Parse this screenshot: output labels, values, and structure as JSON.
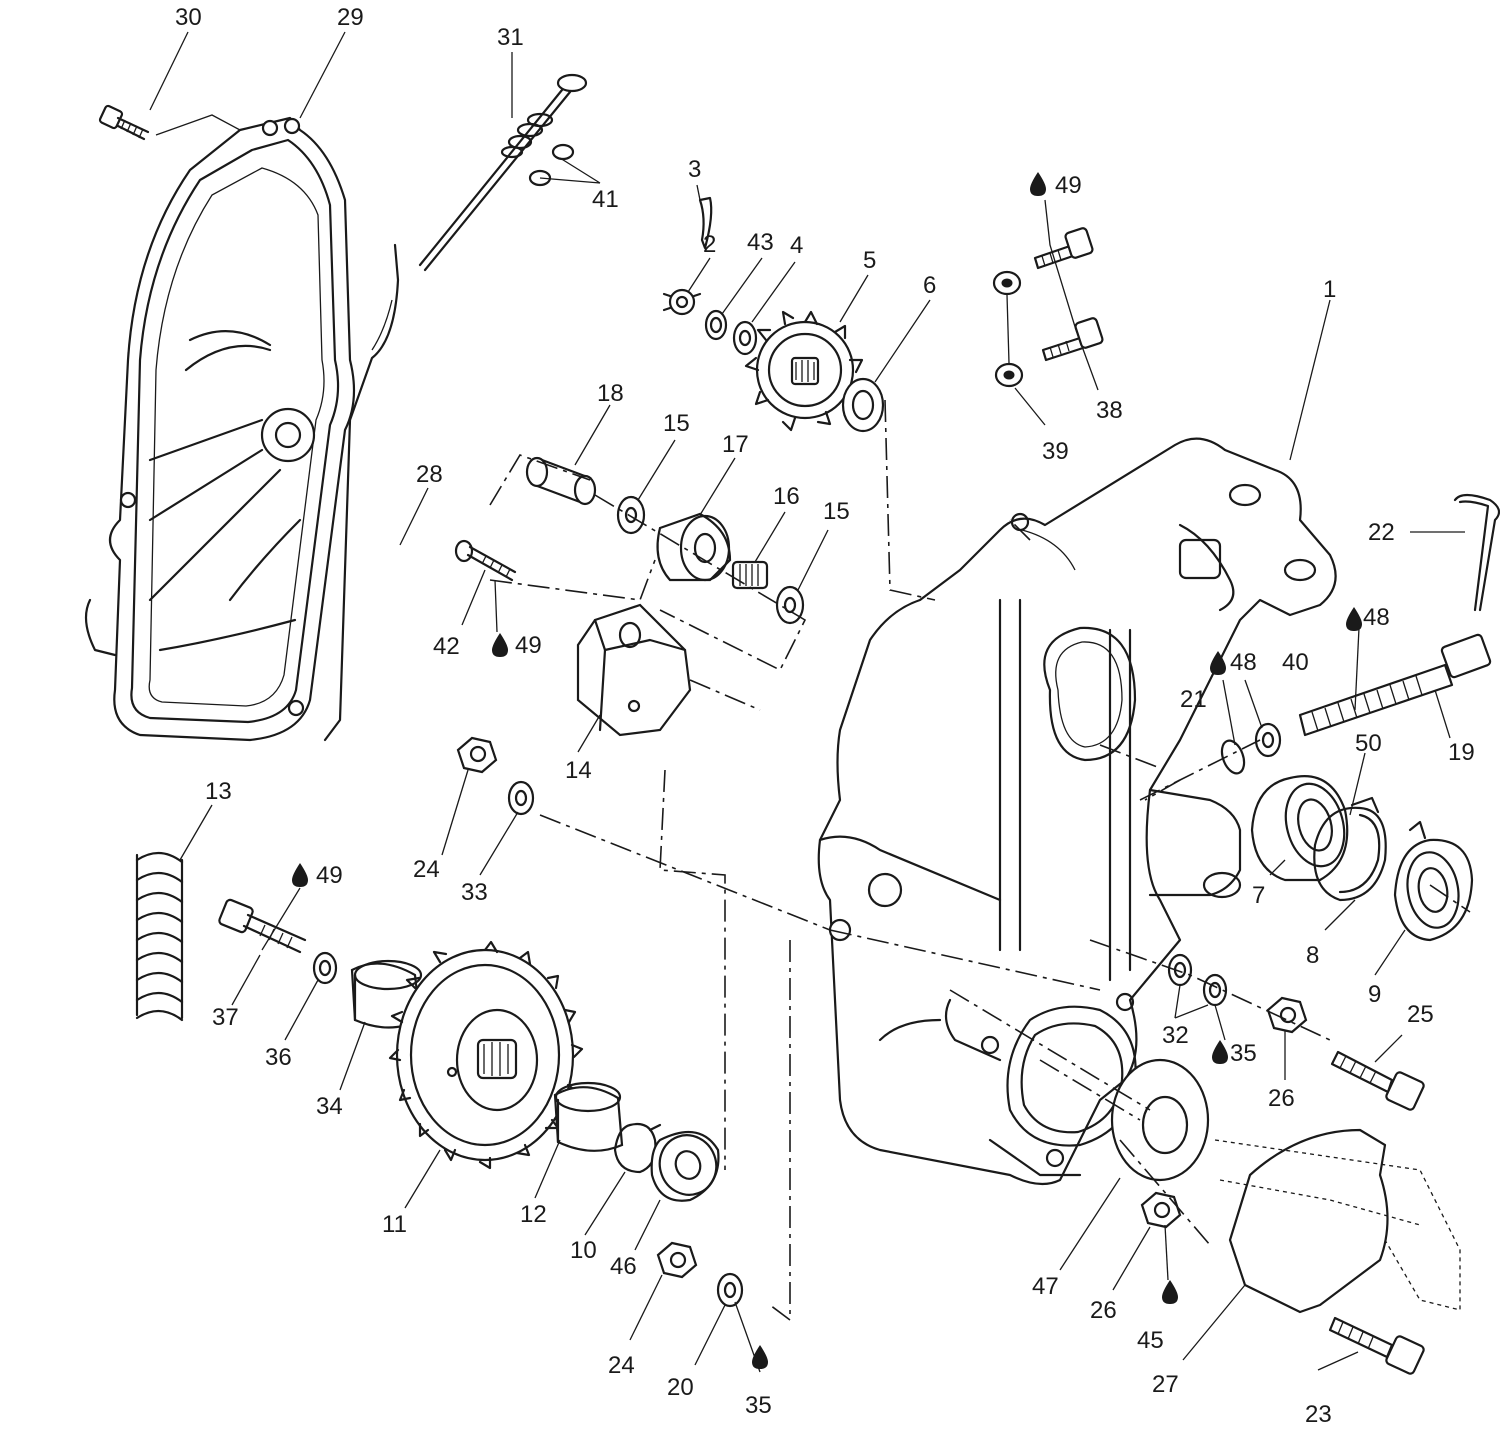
{
  "callouts": [
    {
      "num": "1"
    },
    {
      "num": "2"
    },
    {
      "num": "3"
    },
    {
      "num": "4"
    },
    {
      "num": "5"
    },
    {
      "num": "6"
    },
    {
      "num": "7"
    },
    {
      "num": "8"
    },
    {
      "num": "9"
    },
    {
      "num": "10"
    },
    {
      "num": "11"
    },
    {
      "num": "12"
    },
    {
      "num": "13"
    },
    {
      "num": "14"
    },
    {
      "num": "15"
    },
    {
      "num": "15"
    },
    {
      "num": "16"
    },
    {
      "num": "17"
    },
    {
      "num": "18"
    },
    {
      "num": "19"
    },
    {
      "num": "20"
    },
    {
      "num": "21"
    },
    {
      "num": "22"
    },
    {
      "num": "23"
    },
    {
      "num": "24"
    },
    {
      "num": "24"
    },
    {
      "num": "25"
    },
    {
      "num": "26"
    },
    {
      "num": "26"
    },
    {
      "num": "27"
    },
    {
      "num": "28"
    },
    {
      "num": "29"
    },
    {
      "num": "30"
    },
    {
      "num": "31"
    },
    {
      "num": "32"
    },
    {
      "num": "33"
    },
    {
      "num": "34"
    },
    {
      "num": "35"
    },
    {
      "num": "35"
    },
    {
      "num": "36"
    },
    {
      "num": "37"
    },
    {
      "num": "38"
    },
    {
      "num": "39"
    },
    {
      "num": "40"
    },
    {
      "num": "41"
    },
    {
      "num": "42"
    },
    {
      "num": "43"
    },
    {
      "num": "45"
    },
    {
      "num": "46"
    },
    {
      "num": "47"
    },
    {
      "num": "48"
    },
    {
      "num": "48"
    },
    {
      "num": "49"
    },
    {
      "num": "49"
    },
    {
      "num": "49"
    },
    {
      "num": "50"
    }
  ],
  "icons": {
    "lubricant": "oil-drop-icon"
  }
}
